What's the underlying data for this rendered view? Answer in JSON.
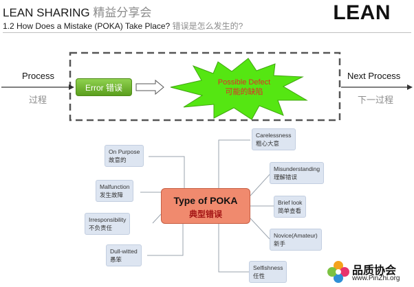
{
  "header": {
    "title_en": "LEAN SHARING",
    "title_zh": "精益分享会",
    "subtitle_en": "1.2 How Does a Mistake (POKA) Take Place?",
    "subtitle_zh": "错误是怎么发生的?",
    "brand": "LEAN"
  },
  "flow": {
    "process_en": "Process",
    "process_zh": "过程",
    "error_label": "Error 错误",
    "defect_en": "Possible Defect",
    "defect_zh": "可能的缺陷",
    "next_en": "Next Process",
    "next_zh": "下一过程"
  },
  "mindmap": {
    "center_en": "Type of POKA",
    "center_zh": "典型错误",
    "left": [
      {
        "en": "On Purpose",
        "zh": "故意的"
      },
      {
        "en": "Malfunction",
        "zh": "发生故障"
      },
      {
        "en": "Irresponsibility",
        "zh": "不负责任"
      },
      {
        "en": "Dull-witted",
        "zh": "愚笨"
      }
    ],
    "right": [
      {
        "en": "Carelessness",
        "zh": "粗心大意"
      },
      {
        "en": "Misunderstanding",
        "zh": "理解错误"
      },
      {
        "en": "Brief look",
        "zh": "简单查看"
      },
      {
        "en": "Novice(Amateur)",
        "zh": "新手"
      },
      {
        "en": "Selfishness",
        "zh": "任性"
      }
    ]
  },
  "logo": {
    "name": "品质协会",
    "url": "www.PinZhi.org"
  }
}
